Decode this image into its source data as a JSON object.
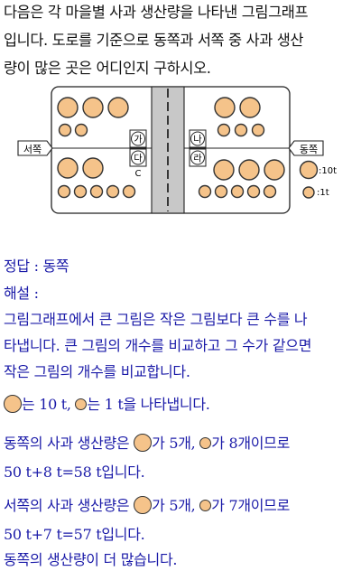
{
  "question": {
    "line1": "다음은 각 마을별 사과 생산량을 나타낸 그림그래프",
    "line2": "입니다. 도로를 기준으로 동쪽과 서쪽 중 사과 생산",
    "line3": "량이 많은 곳은 어디인지 구하시오."
  },
  "graph": {
    "west_label": "서쪽",
    "east_label": "동쪽",
    "villages": [
      "가",
      "나",
      "다",
      "라"
    ],
    "extra_mark": "C",
    "legend_big": ":10t",
    "legend_small": ":1t",
    "pictograph": {
      "가": {
        "big": 3,
        "small": 2
      },
      "나": {
        "big": 2,
        "small": 3
      },
      "다": {
        "big": 2,
        "small": 5
      },
      "라": {
        "big": 3,
        "small": 5
      }
    },
    "colors": {
      "fill": "#f5c38a",
      "road": "#c8c8c8"
    }
  },
  "answer": {
    "label": "정답 : 동쪽",
    "heading": "해설 :",
    "p1": " 그림그래프에서 큰 그림은 작은 그림보다 큰 수를 나",
    "p2": "타냅니다. 큰 그림의 개수를 비교하고 그 수가 같으면",
    "p3": "작은 그림의 개수를 비교합니다.",
    "legend_big_text": "는 10 t,",
    "legend_small_text": "는 1 t을 나타냅니다.",
    "east_a": "동쪽의 사과 생산량은",
    "east_b": "가 5개,",
    "east_c": "가 8개이므로",
    "east_sum": "50 t+8 t=58 t입니다.",
    "west_a": "서쪽의 사과 생산량은",
    "west_b": "가 5개,",
    "west_c": "가 7개이므로",
    "west_sum": "50 t+7 t=57 t입니다.",
    "conclusion": "동쪽의 생산량이 더 많습니다."
  }
}
